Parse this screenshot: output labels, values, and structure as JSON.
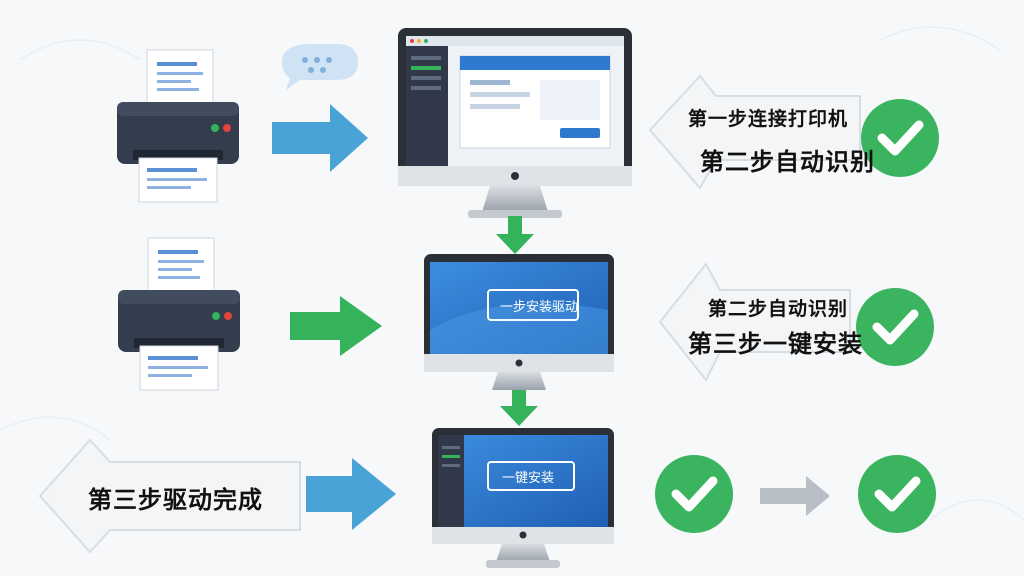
{
  "rows": [
    {
      "id": "row1",
      "step_labels": [
        "第一步连接打印机",
        "第二步自动识别"
      ],
      "screen_text": ""
    },
    {
      "id": "row2",
      "step_labels": [
        "第二步自动识别",
        "第三步一键安装"
      ],
      "screen_text": "一步安装驱动"
    },
    {
      "id": "row3",
      "step_labels": [
        "第三步驱动完成"
      ],
      "screen_text": "一键安装"
    }
  ],
  "colors": {
    "blue_arrow": "#4aa3d6",
    "green_arrow": "#34b35a",
    "check_green": "#3bb460",
    "screen_blue": "#2f79d1",
    "printer_body": "#333d4d"
  },
  "icons": {
    "printer": "printer-icon",
    "monitor": "monitor-icon",
    "check": "check-circle-icon",
    "chat": "chat-bubble-icon",
    "arrow": "arrow-icon"
  }
}
